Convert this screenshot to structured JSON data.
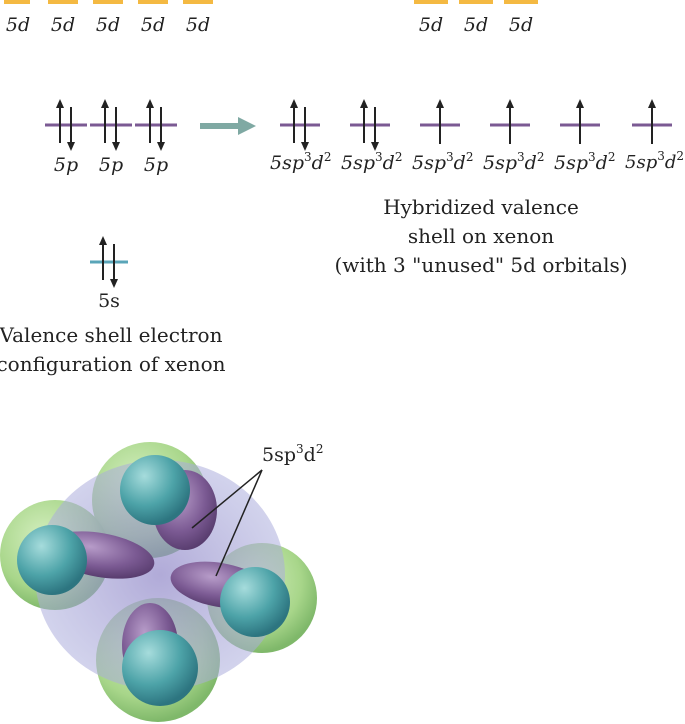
{
  "orbitals": {
    "d_left": [
      "5d",
      "5d",
      "5d",
      "5d",
      "5d"
    ],
    "d_right": [
      "5d",
      "5d",
      "5d"
    ],
    "p": [
      "5p",
      "5p",
      "5p"
    ],
    "s": "5s",
    "hybrid_base": "5sp",
    "hybrid_sup": "3",
    "hybrid_d": "d",
    "hybrid_sup2": "2",
    "hybrid_count": 6
  },
  "captions": {
    "valence_line1": "Valence shell electron",
    "valence_line2": "configuration of xenon",
    "hybrid_line1": "Hybridized valence",
    "hybrid_line2": "shell on xenon",
    "hybrid_line3": "(with 3 \"unused\" 5d orbitals)"
  },
  "model_label": {
    "base": "5sp",
    "sup": "3",
    "rest": "d",
    "sup2": "2"
  },
  "colors": {
    "d_orbital": "#f4b942",
    "p_orbital": "#7b5a93",
    "s_orbital": "#5aa5b8",
    "arrow": "#7fa9a3",
    "lone_pair_lobe": "#7b5a93",
    "fluorine_shell": "#a8d68a",
    "fluorine_core": "#4da3a8"
  }
}
